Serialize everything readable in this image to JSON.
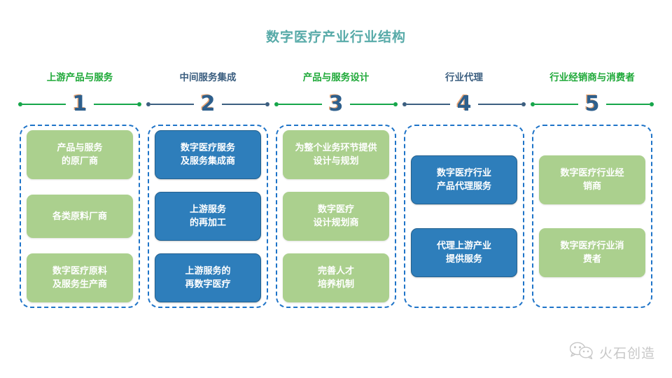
{
  "title": "数字医疗产业行业结构",
  "title_color": "#57aaa8",
  "palette": {
    "green_accent": "#1fa939",
    "blue_accent": "#3c5f80",
    "card_green": "#abd08e",
    "card_blue": "#2e7ebb",
    "dashed_border": "#1f74c8",
    "number_color": "#2e5f8c"
  },
  "columns": [
    {
      "number": "1",
      "header": "上游产品与服务",
      "accent": "green",
      "align": "spread",
      "items": [
        {
          "text": "产品与服务\n的原厂商",
          "style": "green"
        },
        {
          "text": "各类原料厂商",
          "style": "green"
        },
        {
          "text": "数字医疗原料\n及服务生产商",
          "style": "green"
        }
      ]
    },
    {
      "number": "2",
      "header": "中间服务集成",
      "accent": "blue",
      "align": "spread",
      "items": [
        {
          "text": "数字医疗服务\n及服务集成商",
          "style": "blue"
        },
        {
          "text": "上游服务\n的再加工",
          "style": "blue"
        },
        {
          "text": "上游服务的\n再数字医疗",
          "style": "blue"
        }
      ]
    },
    {
      "number": "3",
      "header": "产品与服务设计",
      "accent": "green",
      "align": "spread",
      "items": [
        {
          "text": "为整个业务环节提供\n设计与规划",
          "style": "green"
        },
        {
          "text": "数字医疗\n设计规划商",
          "style": "green"
        },
        {
          "text": "完善人才\n培养机制",
          "style": "green"
        }
      ]
    },
    {
      "number": "4",
      "header": "行业代理",
      "accent": "blue",
      "align": "centered",
      "items": [
        {
          "text": "数字医疗行业\n产品代理服务",
          "style": "blue"
        },
        {
          "text": "代理上游产业\n提供服务",
          "style": "blue"
        }
      ]
    },
    {
      "number": "5",
      "header": "行业经销商与消费者",
      "accent": "green",
      "align": "centered",
      "items": [
        {
          "text": "数字医疗行业经\n销商",
          "style": "green"
        },
        {
          "text": "数字医疗行业消\n费者",
          "style": "green"
        }
      ]
    }
  ],
  "watermark": {
    "icon": "wechat-icon",
    "text": "火石创造"
  }
}
